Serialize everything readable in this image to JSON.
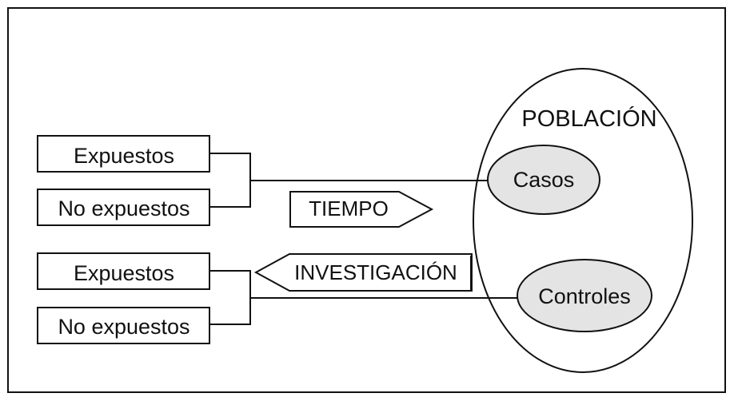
{
  "diagram": {
    "population": {
      "label": "POBLACIÓN"
    },
    "groups": {
      "cases": {
        "label": "Casos"
      },
      "controls": {
        "label": "Controles"
      }
    },
    "exposure_boxes": {
      "top": {
        "exposed": "Expuestos",
        "not_exposed": "No expuestos"
      },
      "bottom": {
        "exposed": "Expuestos",
        "not_exposed": "No expuestos"
      }
    },
    "arrows": {
      "time": {
        "label": "TIEMPO",
        "direction": "right"
      },
      "investigation": {
        "label": "INVESTIGACIÓN",
        "direction": "left"
      }
    },
    "colors": {
      "stroke": "#111111",
      "group_fill": "#e4e4e4",
      "background": "#ffffff"
    }
  }
}
